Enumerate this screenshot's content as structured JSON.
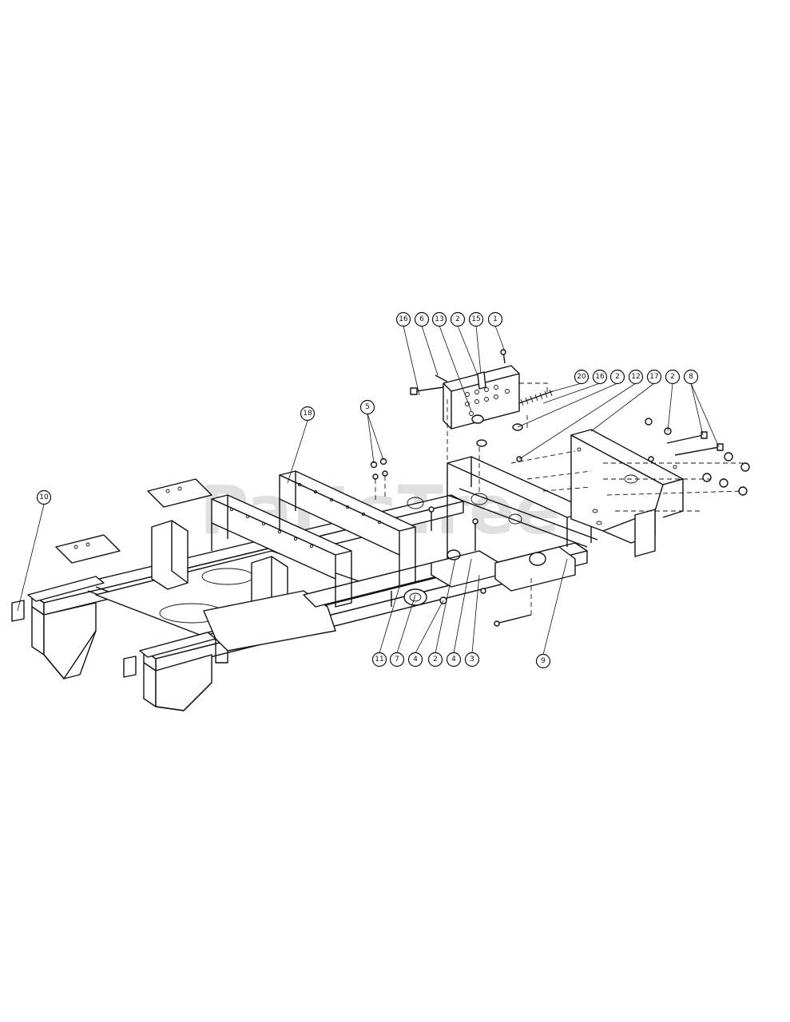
{
  "watermark": {
    "text": "PartsTree",
    "trademark": "TM"
  },
  "callouts": [
    {
      "id": "c-16a",
      "label": "16"
    },
    {
      "id": "c-6",
      "label": "6"
    },
    {
      "id": "c-13",
      "label": "13"
    },
    {
      "id": "c-2a",
      "label": "2"
    },
    {
      "id": "c-15",
      "label": "15"
    },
    {
      "id": "c-1",
      "label": "1"
    },
    {
      "id": "c-20",
      "label": "20"
    },
    {
      "id": "c-16b",
      "label": "16"
    },
    {
      "id": "c-2b",
      "label": "2"
    },
    {
      "id": "c-12",
      "label": "12"
    },
    {
      "id": "c-17",
      "label": "17"
    },
    {
      "id": "c-2c",
      "label": "2"
    },
    {
      "id": "c-8",
      "label": "8"
    },
    {
      "id": "c-5",
      "label": "5"
    },
    {
      "id": "c-18",
      "label": "18"
    },
    {
      "id": "c-10",
      "label": "10"
    },
    {
      "id": "c-11",
      "label": "11"
    },
    {
      "id": "c-7",
      "label": "7"
    },
    {
      "id": "c-4a",
      "label": "4"
    },
    {
      "id": "c-2d",
      "label": "2"
    },
    {
      "id": "c-4b",
      "label": "4"
    },
    {
      "id": "c-3",
      "label": "3"
    },
    {
      "id": "c-9",
      "label": "9"
    }
  ]
}
